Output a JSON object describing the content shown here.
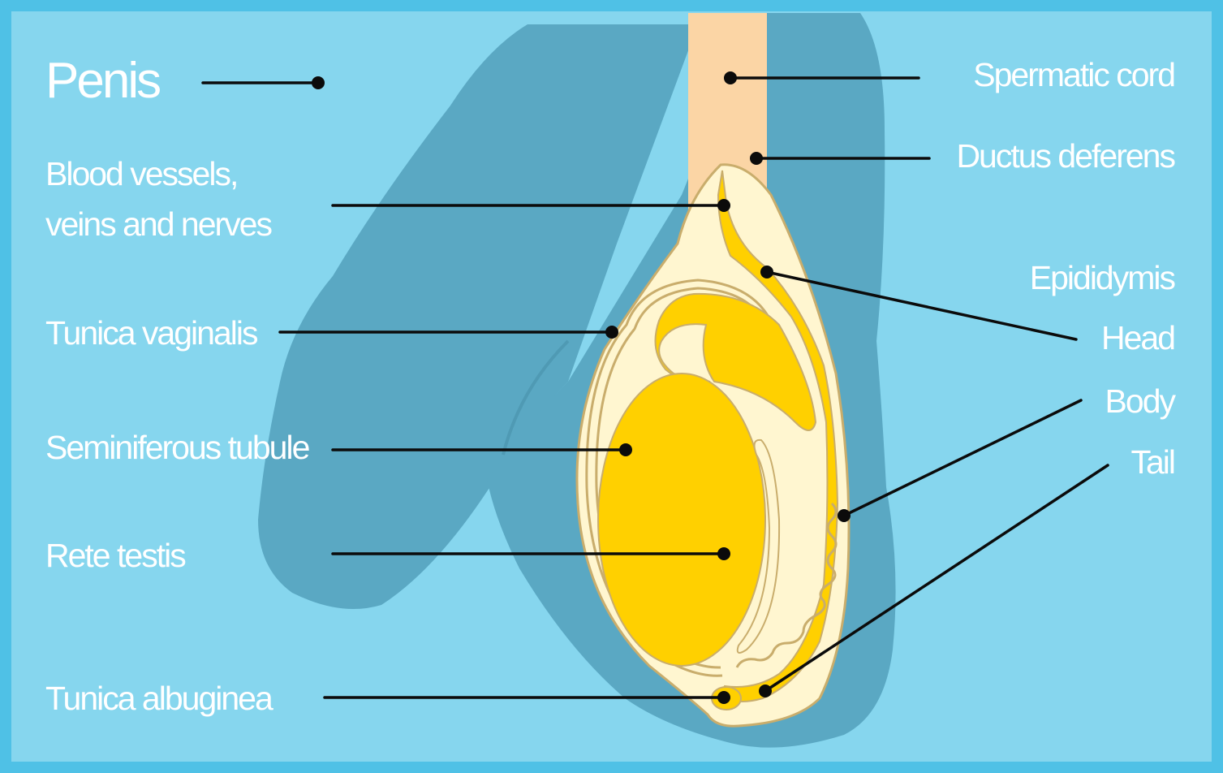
{
  "colors": {
    "frame": "#4fc1e6",
    "background": "#86d6ee",
    "body_silhouette": "#5aa8c3",
    "cord": "#fbd5a5",
    "membrane": "#fff6d0",
    "testis": "#ffd000",
    "outline": "#c9ad6c",
    "leader": "#0b0b0b",
    "label_text": "#ffffff"
  },
  "labels": {
    "penis": "Penis",
    "blood_vessels_line1": "Blood vessels,",
    "blood_vessels_line2": "veins and nerves",
    "tunica_vaginalis": "Tunica vaginalis",
    "seminiferous_tubule": "Seminiferous tubule",
    "rete_testis": "Rete testis",
    "tunica_albuginea": "Tunica albuginea",
    "spermatic_cord": "Spermatic cord",
    "ductus_deferens": "Ductus deferens",
    "epididymis": "Epididymis",
    "head": "Head",
    "body": "Body",
    "tail": "Tail"
  }
}
